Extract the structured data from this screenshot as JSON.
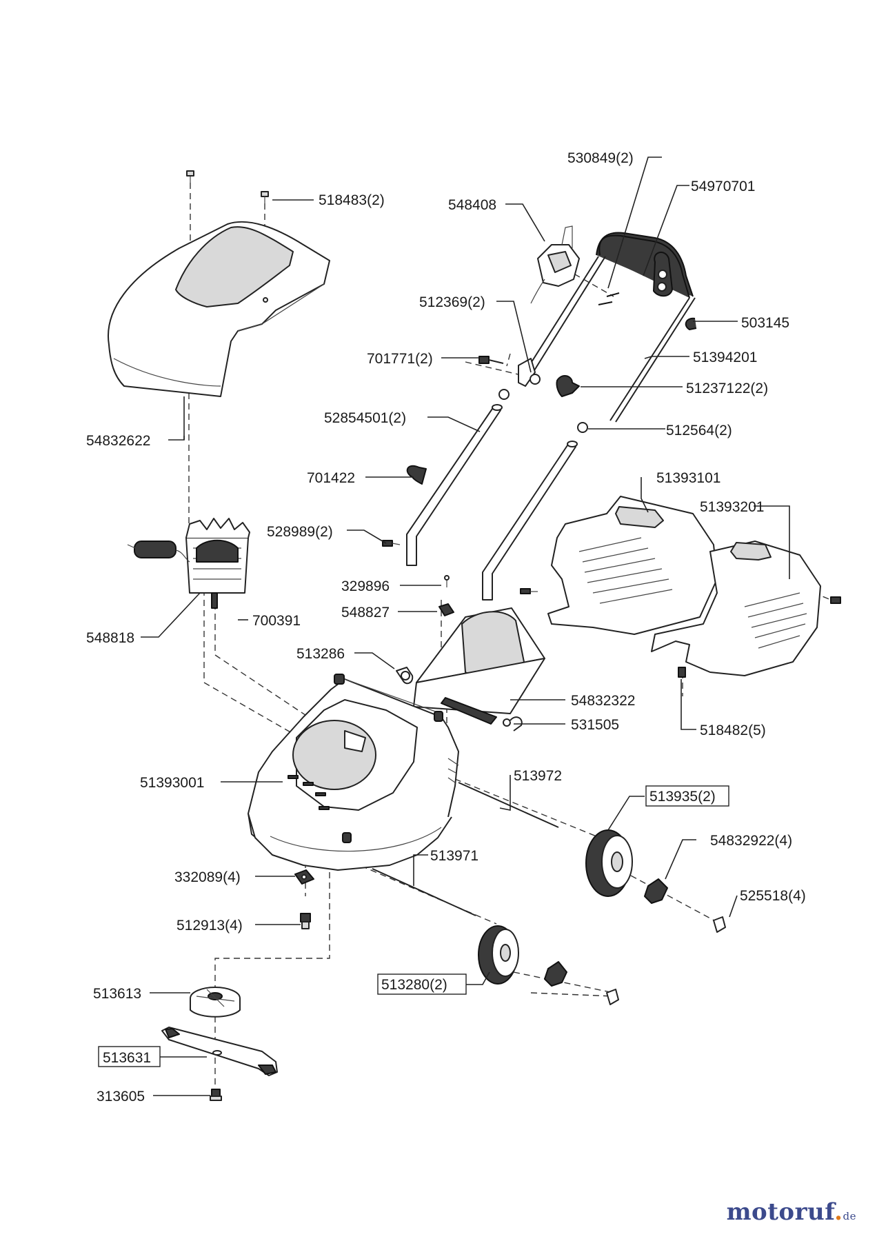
{
  "parts": {
    "p530849": "530849(2)",
    "p54970701": "54970701",
    "p518483": "518483(2)",
    "p548408": "548408",
    "p512369": "512369(2)",
    "p503145": "503145",
    "p701771": "701771(2)",
    "p51394201": "51394201",
    "p51237122": "51237122(2)",
    "p52854501": "52854501(2)",
    "p512564": "512564(2)",
    "p54832622": "54832622",
    "p701422": "701422",
    "p51393101": "51393101",
    "p51393201": "51393201",
    "p528989": "528989(2)",
    "p329896": "329896",
    "p700391": "700391",
    "p548827": "548827",
    "p548818": "548818",
    "p513286": "513286",
    "p54832322": "54832322",
    "p531505": "531505",
    "p518482": "518482(5)",
    "p51393001": "51393001",
    "p513972": "513972",
    "p513935": "513935(2)",
    "p54832922": "54832922(4)",
    "p513971": "513971",
    "p332089": "332089(4)",
    "p525518": "525518(4)",
    "p512913": "512913(4)",
    "p513280": "513280(2)",
    "p513613": "513613",
    "p513631": "513631",
    "p313605": "313605"
  },
  "brand": {
    "main": "motoruf",
    "dot": ".",
    "tld": "de"
  }
}
